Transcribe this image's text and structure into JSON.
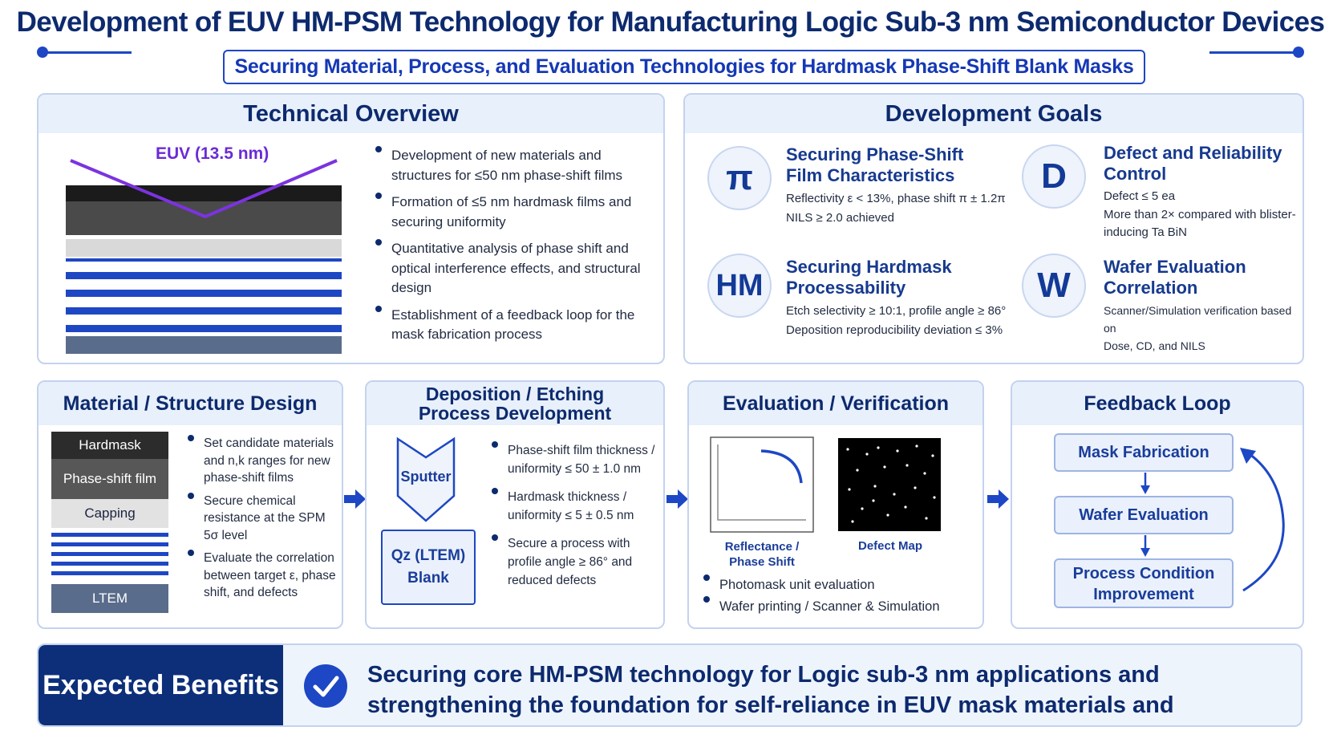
{
  "title": "Development of EUV HM-PSM Technology for Manufacturing Logic Sub-3 nm Semiconductor Devices",
  "subtitle": "Securing Material, Process, and Evaluation Technologies for Hardmask Phase-Shift Blank Masks",
  "colors": {
    "primary": "#0d2a6e",
    "accent": "#1d47c4",
    "beam": "#7b33e0",
    "panel_border": "#c3d3ef",
    "panel_head": "#e8f0fb"
  },
  "overview": {
    "title": "Technical Overview",
    "euv_label": "EUV (13.5 nm)",
    "bullets": [
      "Development of new materials and structures for ≤50 nm phase-shift films",
      "Formation of ≤5 nm hardmask films and securing uniformity",
      "Quantitative analysis of phase shift and optical interference effects, and structural design",
      "Establishment of a feedback loop for the mask fabrication process"
    ]
  },
  "goals": {
    "title": "Development Goals",
    "items": [
      {
        "icon": "π",
        "title": "Securing Phase-Shift Film Characteristics",
        "lines": [
          "Reflectivity ε < 13%, phase shift π ± 1.2π",
          "NILS ≥ 2.0 achieved"
        ]
      },
      {
        "icon": "D",
        "title": "Defect and Reliability Control",
        "lines": [
          "Defect ≤ 5 ea",
          "More than 2× compared with blister-inducing Ta BiN"
        ]
      },
      {
        "icon": "HM",
        "title": "Securing Hardmask Processability",
        "lines": [
          "Etch selectivity ≥ 10:1, profile angle ≥ 86°",
          "Deposition reproducibility deviation ≤ 3%"
        ]
      },
      {
        "icon": "W",
        "title": "Wafer Evaluation Correlation",
        "lines": [
          "Scanner/Simulation verification based on",
          "Dose, CD, and NILS"
        ]
      }
    ]
  },
  "material": {
    "title": "Material / Structure Design",
    "layers": [
      "Hardmask",
      "Phase-shift film",
      "Capping",
      "LTEM"
    ],
    "bullets": [
      "Set candidate materials and n,k ranges for new phase-shift films",
      "Secure chemical resistance at the SPM 5σ level",
      "Evaluate the correlation between target ε, phase shift, and defects"
    ]
  },
  "deposition": {
    "title_line1": "Deposition / Etching",
    "title_line2": "Process Development",
    "sputter_label": "Sputter",
    "blank_line1": "Qz (LTEM)",
    "blank_line2": "Blank",
    "bullets": [
      "Phase-shift film thickness / uniformity ≤ 50 ± 1.0 nm",
      "Hardmask thickness / uniformity ≤ 5 ± 0.5 nm",
      "Secure a process with profile angle ≥ 86° and reduced defects"
    ]
  },
  "evaluation": {
    "title": "Evaluation / Verification",
    "chart1_label_line1": "Reflectance /",
    "chart1_label_line2": "Phase Shift",
    "chart2_label": "Defect Map",
    "bullets": [
      "Photomask unit evaluation",
      "Wafer printing / Scanner & Simulation"
    ]
  },
  "feedback": {
    "title": "Feedback Loop",
    "steps": [
      "Mask Fabrication",
      "Wafer Evaluation",
      "Process Condition Improvement"
    ]
  },
  "benefits": {
    "label": "Expected Benefits",
    "line1": "Securing core HM-PSM technology for Logic sub-3 nm applications and",
    "line2": "strengthening the foundation for self-reliance in EUV mask materials and processes"
  }
}
